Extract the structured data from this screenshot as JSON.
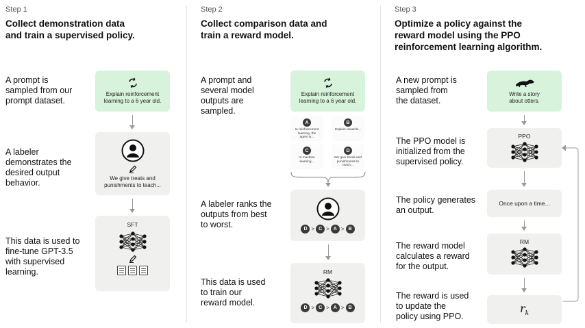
{
  "steps": [
    {
      "label": "Step 1",
      "title_line1": "Collect demonstration data",
      "title_line2": "and train a supervised policy.",
      "desc1": [
        "A prompt is",
        "sampled from our",
        "prompt dataset."
      ],
      "desc2": [
        "A labeler",
        "demonstrates the",
        "desired output",
        "behavior."
      ],
      "desc3": [
        "This data is used to",
        "fine-tune GPT-3.5",
        "with supervised",
        "learning."
      ],
      "prompt": [
        "Explain reinforcement",
        "learning to a 6 year old."
      ],
      "demo": [
        "We give treats and",
        "punishments to teach..."
      ],
      "model_label": "SFT"
    },
    {
      "label": "Step 2",
      "title_line1": "Collect comparison data and",
      "title_line2": "train a reward model.",
      "desc1": [
        "A prompt and",
        "several model",
        "outputs are",
        "sampled."
      ],
      "desc2": [
        "A labeler ranks the",
        "outputs from best",
        "to worst."
      ],
      "desc3": [
        "This data is used",
        "to train our",
        "reward model."
      ],
      "prompt": [
        "Explain reinforcement",
        "learning to a 6 year old."
      ],
      "outputs": [
        {
          "letter": "A",
          "text": [
            "In reinforcement",
            "learning, the",
            "agent is..."
          ]
        },
        {
          "letter": "B",
          "text": [
            "Explain rewards..."
          ]
        },
        {
          "letter": "C",
          "text": [
            "In machine",
            "learning..."
          ]
        },
        {
          "letter": "D",
          "text": [
            "We give treats and",
            "punishments to",
            "teach..."
          ]
        }
      ],
      "ranking": [
        "D",
        ">",
        "C",
        ">",
        "A",
        ">",
        "B"
      ],
      "model_label": "RM"
    },
    {
      "label": "Step 3",
      "title_line1": "Optimize a policy against the",
      "title_line2": "reward model using the PPO",
      "title_line3": "reinforcement learning algorithm.",
      "desc1": [
        "A new prompt is",
        "sampled from",
        "the dataset."
      ],
      "desc2": [
        "The PPO model is",
        "initialized from the",
        "supervised policy."
      ],
      "desc3": [
        "The policy generates",
        "an output."
      ],
      "desc4": [
        "The reward model",
        "calculates a reward",
        "for the output."
      ],
      "desc5": [
        "The reward is used",
        "to update the",
        "policy using PPO."
      ],
      "prompt": [
        "Write a story",
        "about otters."
      ],
      "ppo_label": "PPO",
      "output_text": "Once upon a time...",
      "rm_label": "RM",
      "reward_symbol": "r",
      "reward_sub": "k"
    }
  ]
}
